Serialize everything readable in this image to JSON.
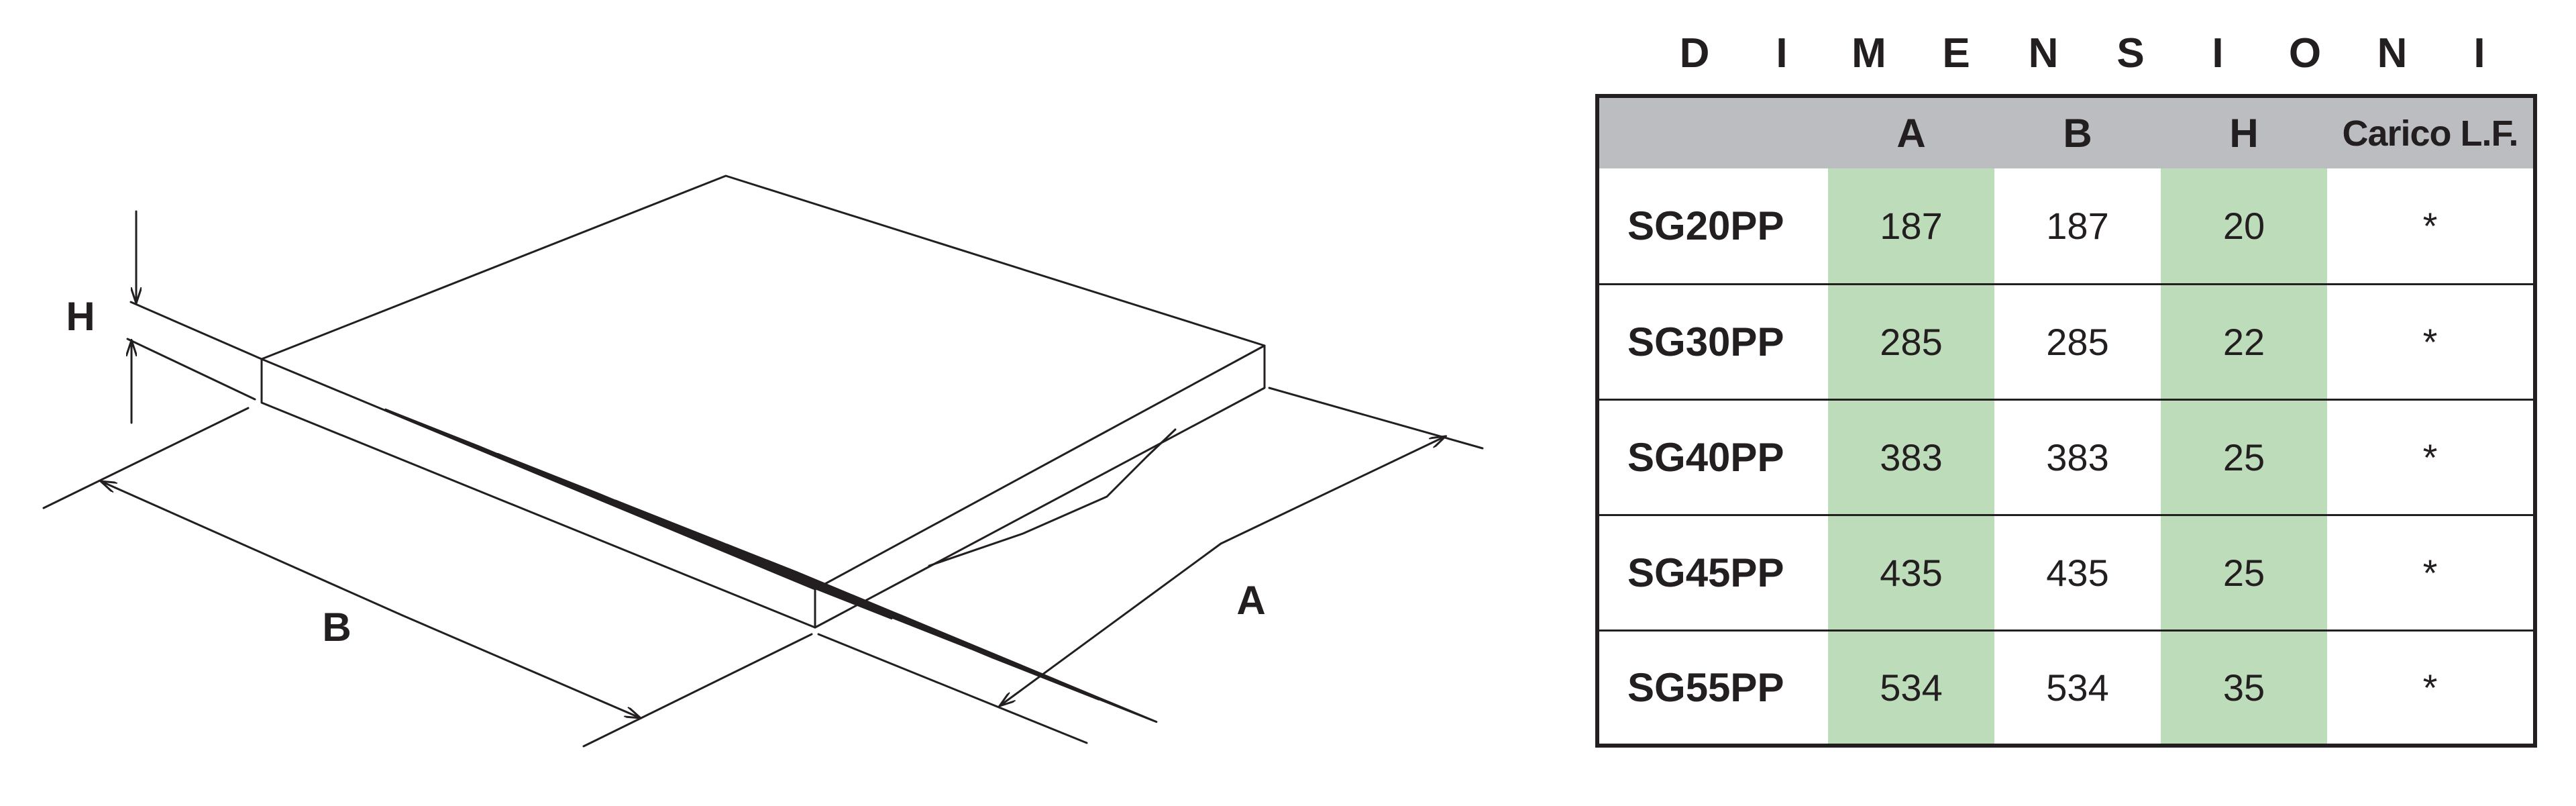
{
  "diagram": {
    "labels": {
      "h": "H",
      "b": "B",
      "a": "A"
    }
  },
  "table": {
    "title": "DIMENSIONI",
    "headers": [
      "",
      "A",
      "B",
      "H",
      "Carico L.F."
    ],
    "rows": [
      {
        "code": "SG20PP",
        "a": "187",
        "b": "187",
        "h": "20",
        "load": "*"
      },
      {
        "code": "SG30PP",
        "a": "285",
        "b": "285",
        "h": "22",
        "load": "*"
      },
      {
        "code": "SG40PP",
        "a": "383",
        "b": "383",
        "h": "25",
        "load": "*"
      },
      {
        "code": "SG45PP",
        "a": "435",
        "b": "435",
        "h": "25",
        "load": "*"
      },
      {
        "code": "SG55PP",
        "a": "534",
        "b": "534",
        "h": "35",
        "load": "*"
      }
    ],
    "colors": {
      "header_bg": "#bcbdc0",
      "highlight": "#bddcb9",
      "line": "#231f20"
    }
  }
}
